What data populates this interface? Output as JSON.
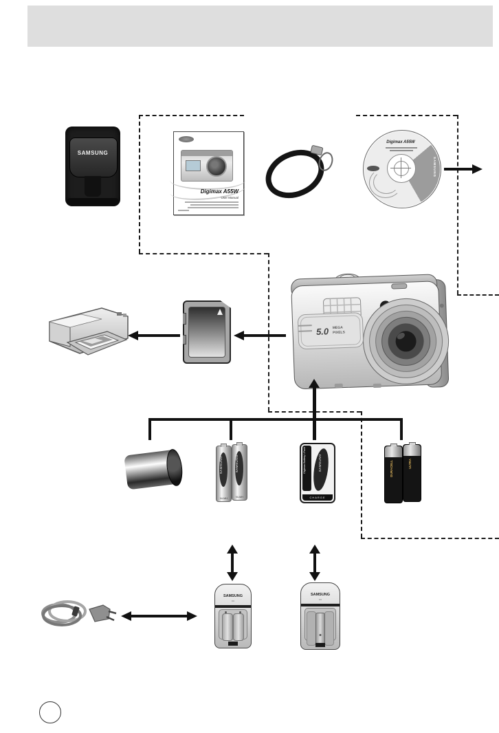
{
  "header": {
    "bg_color": "#dedede"
  },
  "colors": {
    "line": "#111111",
    "dash": "#1a1a1a",
    "header_gray": "#dedede"
  },
  "items": {
    "camera_case": {
      "brand": "SAMSUNG"
    },
    "user_manual": {
      "title": "Digimax A55W",
      "subtitle": "User Manual"
    },
    "cd_rom": {
      "title": "Digimax A55W",
      "side_brand": "SAMSUNG"
    },
    "camera": {
      "badge_value": "5.0",
      "badge_label_line1": "MEGA",
      "badge_label_line2": "PIXELS"
    },
    "aa_batteries": {
      "brand": "SAMSUNG",
      "type": "Ni-MH"
    },
    "battery_pack": {
      "label": "Digimax Battery I-Pack",
      "brand": "SAMSUNG",
      "charge_label": "CHARGE"
    },
    "duracell_batteries": {
      "brand": "DURACELL",
      "type": "ULTRA"
    },
    "charger_aa": {
      "brand": "SAMSUNG"
    },
    "charger_pack": {
      "brand": "SAMSUNG"
    }
  },
  "footer": {
    "page_number": ""
  }
}
